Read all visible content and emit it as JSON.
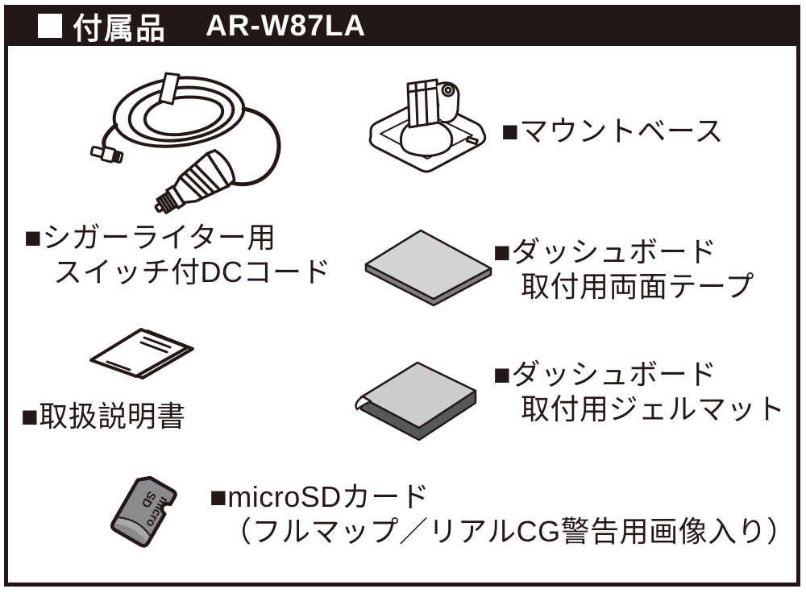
{
  "header": {
    "title": "付属品",
    "model": "AR-W87LA"
  },
  "colors": {
    "ink": "#231815",
    "tape_top": "#d2d3d5",
    "tape_side": "#7e7f81",
    "gel_top": "#cbcccd",
    "gel_side": "#58595b",
    "sd_fill": "#8a8b8d",
    "sd_sheen": "#a8a9ab"
  },
  "items": [
    {
      "name": "dc-cord",
      "label_lines": [
        "■シガーライター用",
        "スイッチ付DCコード"
      ]
    },
    {
      "name": "mount-base",
      "label_lines": [
        "■マウントベース"
      ]
    },
    {
      "name": "double-sided-tape",
      "label_lines": [
        "■ダッシュボード",
        "取付用両面テープ"
      ]
    },
    {
      "name": "manual",
      "label_lines": [
        "■取扱説明書"
      ]
    },
    {
      "name": "gel-mat",
      "label_lines": [
        "■ダッシュボード",
        "取付用ジェルマット"
      ]
    },
    {
      "name": "microsd-card",
      "label_lines": [
        "■microSDカード",
        "（フルマップ／リアルCG警告用画像入り）"
      ],
      "print": [
        "micro",
        "SD"
      ]
    }
  ]
}
